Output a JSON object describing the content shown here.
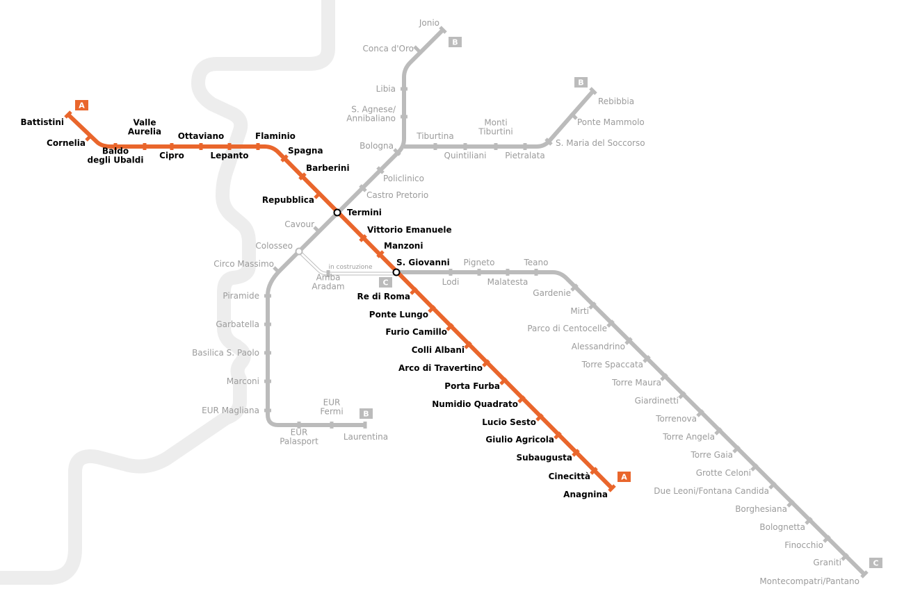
{
  "colors": {
    "line_a": "#E9662C",
    "line_grey": "#BBBBBB",
    "river": "#EDEDED",
    "label_grey": "#9B9B9B",
    "label_black": "#000000"
  },
  "terminal_badges": {
    "line_a_badge": "A",
    "line_b_badge": "B",
    "line_c_badge": "C"
  },
  "construction_note": "in costruzione",
  "stations": {
    "line_a": [
      {
        "id": "battistini",
        "name": "Battistini"
      },
      {
        "id": "cornelia",
        "name": "Cornelia"
      },
      {
        "id": "baldo",
        "name": "Baldo\ndegli Ubaldi"
      },
      {
        "id": "valle_aurelia",
        "name": "Valle\nAurelia"
      },
      {
        "id": "cipro",
        "name": "Cipro"
      },
      {
        "id": "ottaviano",
        "name": "Ottaviano"
      },
      {
        "id": "lepanto",
        "name": "Lepanto"
      },
      {
        "id": "flaminio",
        "name": "Flaminio"
      },
      {
        "id": "spagna",
        "name": "Spagna"
      },
      {
        "id": "barberini",
        "name": "Barberini"
      },
      {
        "id": "repubblica",
        "name": "Repubblica"
      },
      {
        "id": "termini",
        "name": "Termini"
      },
      {
        "id": "vittorio",
        "name": "Vittorio Emanuele"
      },
      {
        "id": "manzoni",
        "name": "Manzoni"
      },
      {
        "id": "san_giovanni",
        "name": "S. Giovanni"
      },
      {
        "id": "re_di_roma",
        "name": "Re di Roma"
      },
      {
        "id": "ponte_lungo",
        "name": "Ponte Lungo"
      },
      {
        "id": "furio_camillo",
        "name": "Furio Camillo"
      },
      {
        "id": "colli_albani",
        "name": "Colli Albani"
      },
      {
        "id": "arco_travertino",
        "name": "Arco di Travertino"
      },
      {
        "id": "porta_furba",
        "name": "Porta Furba"
      },
      {
        "id": "numidio",
        "name": "Numidio Quadrato"
      },
      {
        "id": "lucio_sesto",
        "name": "Lucio Sesto"
      },
      {
        "id": "giulio_agricola",
        "name": "Giulio Agricola"
      },
      {
        "id": "subaugusta",
        "name": "Subaugusta"
      },
      {
        "id": "cinecitta",
        "name": "Cinecittà"
      },
      {
        "id": "anagnina",
        "name": "Anagnina"
      }
    ],
    "line_b": [
      {
        "id": "jonio",
        "name": "Jonio"
      },
      {
        "id": "conca",
        "name": "Conca d'Oro"
      },
      {
        "id": "libia",
        "name": "Libia"
      },
      {
        "id": "s_agnese",
        "name": "S. Agnese/\nAnnibaliano"
      },
      {
        "id": "bologna",
        "name": "Bologna"
      },
      {
        "id": "policlinico",
        "name": "Policlinico"
      },
      {
        "id": "castro_pretorio",
        "name": "Castro Pretorio"
      },
      {
        "id": "cavour",
        "name": "Cavour"
      },
      {
        "id": "colosseo",
        "name": "Colosseo"
      },
      {
        "id": "circo_massimo",
        "name": "Circo Massimo"
      },
      {
        "id": "piramide",
        "name": "Piramide"
      },
      {
        "id": "garbatella",
        "name": "Garbatella"
      },
      {
        "id": "basilica",
        "name": "Basilica S. Paolo"
      },
      {
        "id": "marconi",
        "name": "Marconi"
      },
      {
        "id": "eur_magliana",
        "name": "EUR Magliana"
      },
      {
        "id": "eur_palasport",
        "name": "EUR\nPalasport"
      },
      {
        "id": "eur_fermi",
        "name": "EUR\nFermi"
      },
      {
        "id": "laurentina",
        "name": "Laurentina"
      },
      {
        "id": "tiburtina",
        "name": "Tiburtina"
      },
      {
        "id": "quintiliani",
        "name": "Quintiliani"
      },
      {
        "id": "monti_tiburtini",
        "name": "Monti\nTiburtini"
      },
      {
        "id": "pietralata",
        "name": "Pietralata"
      },
      {
        "id": "s_maria_soccorso",
        "name": "S. Maria del Soccorso"
      },
      {
        "id": "ponte_mammolo",
        "name": "Ponte Mammolo"
      },
      {
        "id": "rebibbia",
        "name": "Rebibbia"
      }
    ],
    "line_c": [
      {
        "id": "amba_aradam",
        "name": "Amba\nAradam"
      },
      {
        "id": "lodi",
        "name": "Lodi"
      },
      {
        "id": "pigneto",
        "name": "Pigneto"
      },
      {
        "id": "malatesta",
        "name": "Malatesta"
      },
      {
        "id": "teano",
        "name": "Teano"
      },
      {
        "id": "gardenie",
        "name": "Gardenie"
      },
      {
        "id": "mirti",
        "name": "Mirti"
      },
      {
        "id": "parco_centocelle",
        "name": "Parco di Centocelle"
      },
      {
        "id": "alessandrino",
        "name": "Alessandrino"
      },
      {
        "id": "torre_spaccata",
        "name": "Torre Spaccata"
      },
      {
        "id": "torre_maura",
        "name": "Torre Maura"
      },
      {
        "id": "giardinetti",
        "name": "Giardinetti"
      },
      {
        "id": "torrenova",
        "name": "Torrenova"
      },
      {
        "id": "torre_angela",
        "name": "Torre Angela"
      },
      {
        "id": "torre_gaia",
        "name": "Torre Gaia"
      },
      {
        "id": "grotte_celoni",
        "name": "Grotte Celoni"
      },
      {
        "id": "due_leoni",
        "name": "Due Leoni/Fontana Candida"
      },
      {
        "id": "borghesiana",
        "name": "Borghesiana"
      },
      {
        "id": "bolognetta",
        "name": "Bolognetta"
      },
      {
        "id": "finocchio",
        "name": "Finocchio"
      },
      {
        "id": "graniti",
        "name": "Graniti"
      },
      {
        "id": "montecompatri",
        "name": "Montecompatri/Pantano"
      }
    ]
  }
}
